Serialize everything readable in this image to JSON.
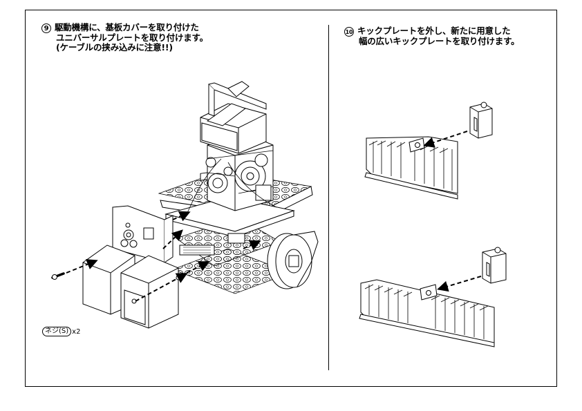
{
  "steps": [
    {
      "number": "9",
      "lines": [
        "駆動機構に、基板カバーを取り付けた",
        "ユニバーサルプレートを取り付けます。",
        "(ケーブルの挟み込みに注意!!)"
      ]
    },
    {
      "number": "10",
      "lines": [
        "キックプレートを外し、新たに用意した",
        "幅の広いキックプレートを取り付けます。"
      ]
    }
  ],
  "parts_label": {
    "part": "ネジ(S)",
    "quantity": "x2"
  },
  "illustrations": [
    "robot-assembly-drawing",
    "narrow-kick-plate-drawing",
    "wide-kick-plate-drawing"
  ]
}
